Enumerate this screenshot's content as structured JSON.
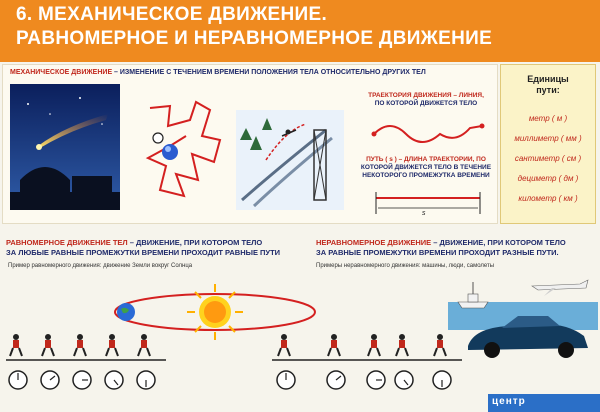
{
  "header": {
    "line1": "6. МЕХАНИЧЕСКОЕ ДВИЖЕНИЕ.",
    "line2": "РАВНОМЕРНОЕ И НЕРАВНОМЕРНОЕ ДВИЖЕНИЕ"
  },
  "definition": {
    "term": "МЕХАНИЧЕСКОЕ ДВИЖЕНИЕ",
    "text": " – ИЗМЕНЕНИЕ С ТЕЧЕНИЕМ ВРЕМЕНИ ПОЛОЖЕНИЯ ТЕЛА ОТНОСИТЕЛЬНО ДРУГИХ ТЕЛ"
  },
  "trajectory": {
    "line1": "ТРАЕКТОРИЯ ДВИЖЕНИЯ – ЛИНИЯ,",
    "line2": "ПО КОТОРОЙ ДВИЖЕТСЯ ТЕЛО"
  },
  "path": {
    "line1": "ПУТЬ ( s ) – ДЛИНА ТРАЕКТОРИИ, ПО",
    "line2": "КОТОРОЙ ДВИЖЕТСЯ ТЕЛО В ТЕЧЕНИЕ",
    "line3": "НЕКОТОРОГО ПРОМЕЖУТКА ВРЕМЕНИ",
    "symbol": "s"
  },
  "units": {
    "title1": "Единицы",
    "title2": "пути:",
    "items": [
      "метр ( м )",
      "миллиметр ( мм )",
      "сантиметр ( см )",
      "дециметр ( дм )",
      "километр ( км )"
    ]
  },
  "uniform": {
    "term": "РАВНОМЕРНОЕ ДВИЖЕНИЕ ТЕЛ",
    "text1": " – ДВИЖЕНИЕ, ПРИ КОТОРОМ ТЕЛО",
    "text2": "ЗА ЛЮБЫЕ РАВНЫЕ ПРОМЕЖУТКИ ВРЕМЕНИ ПРОХОДИТ РАВНЫЕ ПУТИ",
    "example": "Пример равномерного движения: движение Земли вокруг Солнца"
  },
  "nonuniform": {
    "term": "НЕРАВНОМЕРНОЕ ДВИЖЕНИЕ",
    "text1": " – ДВИЖЕНИЕ, ПРИ КОТОРОМ ТЕЛО",
    "text2": "ЗА РАВНЫЕ ПРОМЕЖУТКИ ВРЕМЕНИ ПРОХОДИТ РАЗНЫЕ ПУТИ.",
    "example": "Примеры неравномерного движения: машины, люди, самолеты"
  },
  "logo": "центр",
  "colors": {
    "header": "#ef8a1f",
    "accent_red": "#c0281c",
    "text_blue": "#1f2a6a",
    "units_bg": "#fbf3c8"
  }
}
